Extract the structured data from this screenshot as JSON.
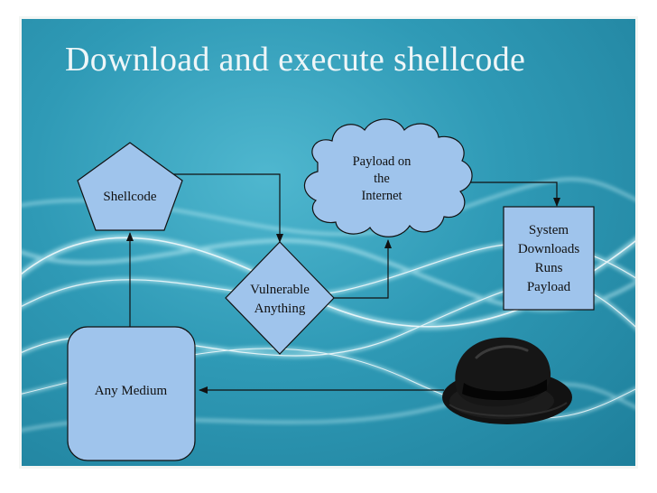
{
  "slide": {
    "title": "Download and execute shellcode"
  },
  "nodes": {
    "shellcode": "Shellcode",
    "payload": [
      "Payload on",
      "the",
      "Internet"
    ],
    "vulnerable": [
      "Vulnerable",
      "Anything"
    ],
    "system": [
      "System",
      "Downloads",
      "Runs",
      "Payload"
    ],
    "medium": "Any Medium"
  },
  "colors": {
    "background": "#2f9ab6",
    "node_fill": "#9fc4ec",
    "title_text": "#eef6f8",
    "frame": "#f4f6f4"
  },
  "icons": {
    "hat": "black-fedora-hat-icon"
  }
}
